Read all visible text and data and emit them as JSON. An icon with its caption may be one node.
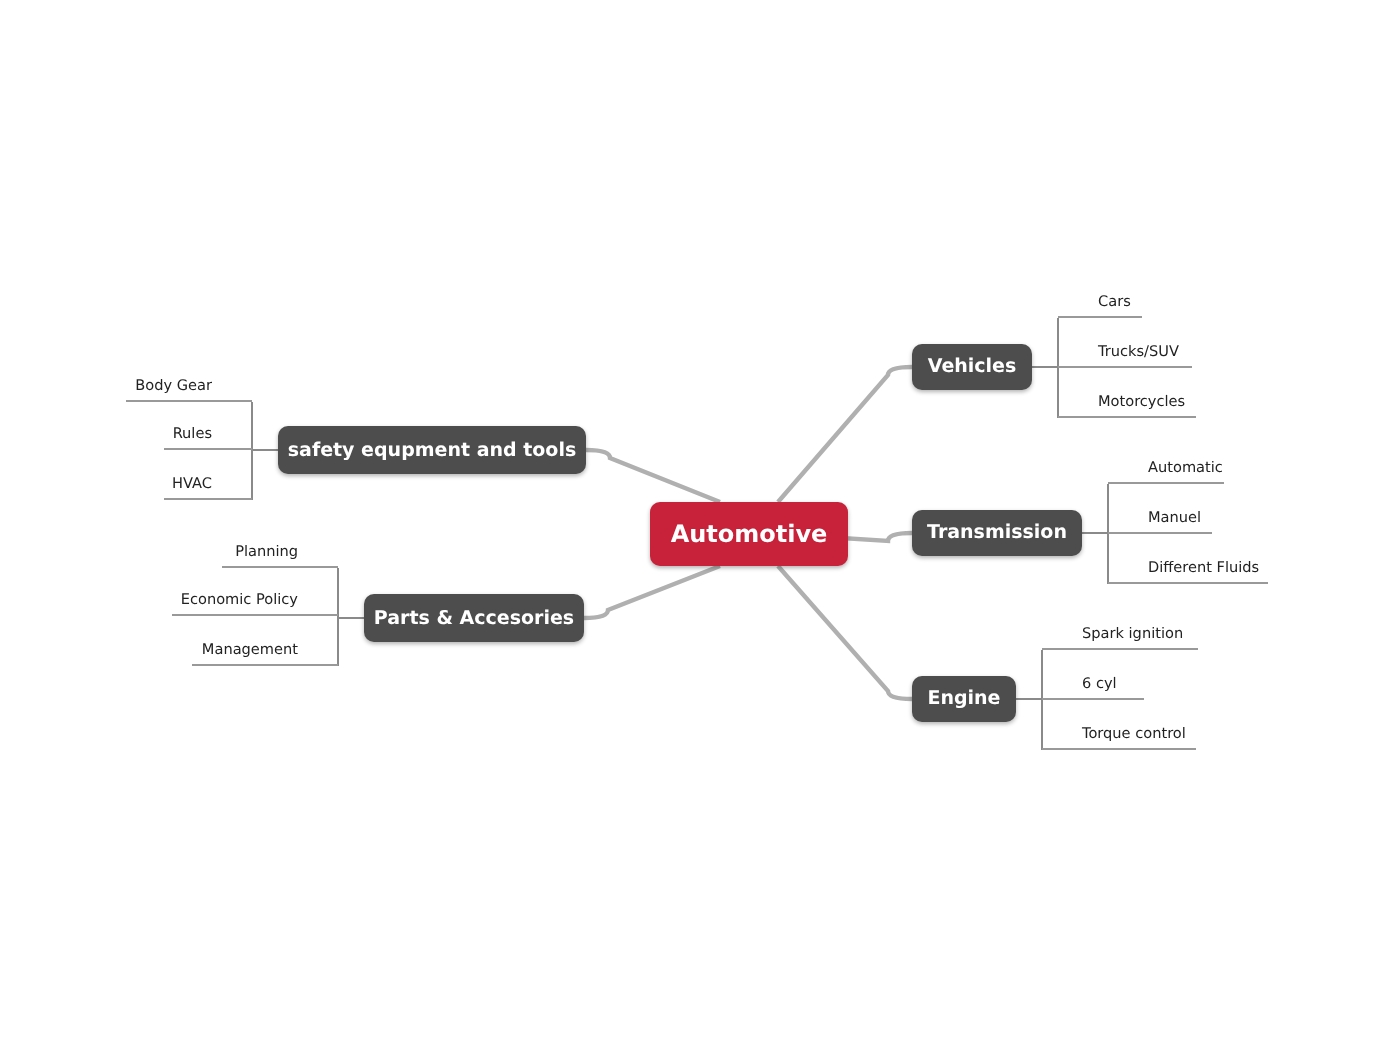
{
  "diagram": {
    "nodes": [
      {
        "text": [
          "Automotive"
        ]
      },
      {
        "text": [
          "Vehicles"
        ]
      },
      {
        "text": [
          "Cars"
        ]
      },
      {
        "text": [
          "Trucks/SUV"
        ]
      },
      {
        "text": [
          "Motorcycles"
        ]
      },
      {
        "text": [
          "Transmission"
        ]
      },
      {
        "text": [
          "Automatic"
        ]
      },
      {
        "text": [
          "Manuel"
        ]
      },
      {
        "text": [
          "Different Fluids"
        ]
      },
      {
        "text": [
          "Engine"
        ]
      },
      {
        "text": [
          "Spark ignition"
        ]
      },
      {
        "text": [
          "6 cyl"
        ]
      },
      {
        "text": [
          "Torque control"
        ]
      },
      {
        "text": [
          "safety equpment and tools"
        ]
      },
      {
        "text": [
          "Body Gear"
        ]
      },
      {
        "text": [
          "Rules"
        ]
      },
      {
        "text": [
          "HVAC"
        ]
      },
      {
        "text": [
          "Parts & Accesories"
        ]
      },
      {
        "text": [
          "Planning"
        ]
      },
      {
        "text": [
          "Economic Policy"
        ]
      },
      {
        "text": [
          "Management"
        ]
      }
    ],
    "edges": [
      {
        "from": 0,
        "to": 1,
        "arrow": "none"
      },
      {
        "from": 1,
        "to": 2,
        "arrow": "none"
      },
      {
        "from": 1,
        "to": 3,
        "arrow": "none"
      },
      {
        "from": 1,
        "to": 4,
        "arrow": "none"
      },
      {
        "from": 0,
        "to": 5,
        "arrow": "none"
      },
      {
        "from": 5,
        "to": 6,
        "arrow": "none"
      },
      {
        "from": 5,
        "to": 7,
        "arrow": "none"
      },
      {
        "from": 5,
        "to": 8,
        "arrow": "none"
      },
      {
        "from": 0,
        "to": 9,
        "arrow": "none"
      },
      {
        "from": 9,
        "to": 10,
        "arrow": "none"
      },
      {
        "from": 9,
        "to": 11,
        "arrow": "none"
      },
      {
        "from": 9,
        "to": 12,
        "arrow": "none"
      },
      {
        "from": 0,
        "to": 13,
        "arrow": "none"
      },
      {
        "from": 13,
        "to": 14,
        "arrow": "none"
      },
      {
        "from": 13,
        "to": 15,
        "arrow": "none"
      },
      {
        "from": 13,
        "to": 16,
        "arrow": "none"
      },
      {
        "from": 0,
        "to": 17,
        "arrow": "none"
      },
      {
        "from": 17,
        "to": 18,
        "arrow": "none"
      },
      {
        "from": 17,
        "to": 19,
        "arrow": "none"
      },
      {
        "from": 17,
        "to": 20,
        "arrow": "none"
      }
    ]
  }
}
